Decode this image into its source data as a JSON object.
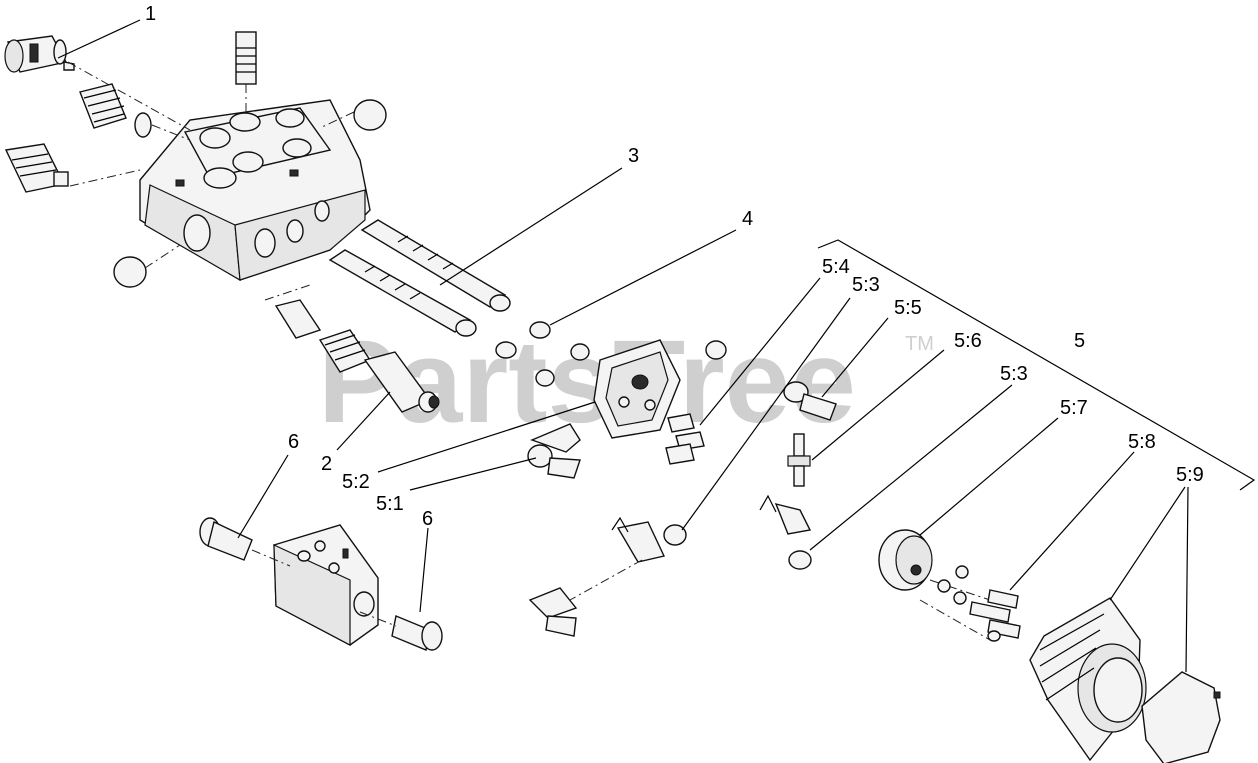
{
  "watermark": {
    "text": "PartsTree",
    "tm": "TM"
  },
  "callouts": {
    "c1": "1",
    "c2": "2",
    "c3": "3",
    "c4": "4",
    "c5": "5",
    "c6a": "6",
    "c6b": "6",
    "c5_1": "5:1",
    "c5_2": "5:2",
    "c5_3a": "5:3",
    "c5_3b": "5:3",
    "c5_4": "5:4",
    "c5_5": "5:5",
    "c5_6": "5:6",
    "c5_7": "5:7",
    "c5_8": "5:8",
    "c5_9": "5:9"
  }
}
